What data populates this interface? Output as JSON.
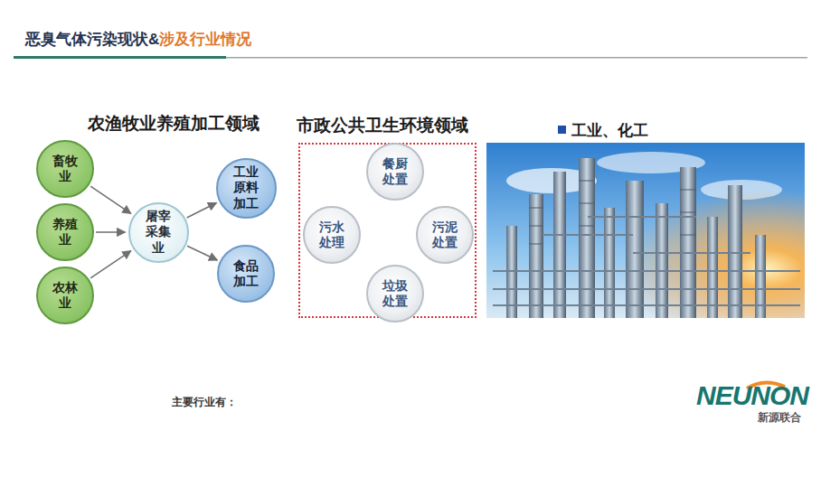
{
  "diagram": {
    "title": "恶臭气体污染现状&",
    "nodes": [
      {
        "text": [
          "畜牧业"
        ]
      },
      {
        "text": [
          "养殖业"
        ]
      },
      {
        "text": [
          "农林业"
        ]
      },
      {
        "text": [
          "屠宰采集业"
        ]
      },
      {
        "text": [
          "工业原料加工"
        ]
      },
      {
        "text": [
          "食品加工"
        ]
      },
      {
        "text": [
          "市政公共卫生环境领域"
        ]
      },
      {
        "text": [
          "餐厨处置"
        ],
        "in": 6
      },
      {
        "text": [
          "污水处理"
        ],
        "in": 6
      },
      {
        "text": [
          "污泥处置"
        ],
        "in": 6
      },
      {
        "text": [
          "垃圾处置"
        ],
        "in": 6
      }
    ],
    "edges": [
      {
        "from": 0,
        "to": 3,
        "arrow": "to"
      },
      {
        "from": 1,
        "to": 3,
        "arrow": "to"
      },
      {
        "from": 2,
        "to": 3,
        "arrow": "to"
      },
      {
        "from": 3,
        "to": 4,
        "arrow": "to"
      },
      {
        "from": 3,
        "to": 5,
        "arrow": "to"
      }
    ],
    "labels": [
      "涉及行业情况",
      "农渔牧业养殖加工领域",
      "工业、化工",
      "主要行业有：",
      "NEUNON",
      "新源联合"
    ]
  }
}
